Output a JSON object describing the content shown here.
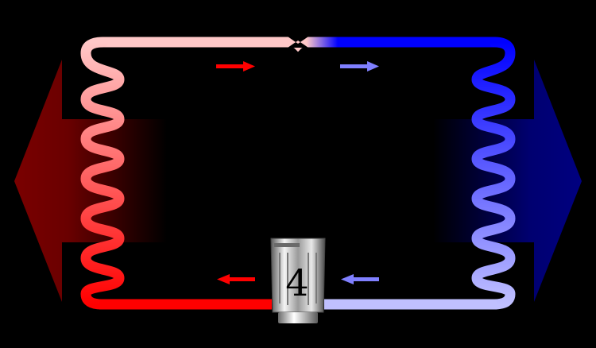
{
  "diagram": {
    "compressor_label": "4",
    "colors": {
      "background": "#000000",
      "hot_pale": "#ffc8c8",
      "hot": "#ff0000",
      "hot_arrow": "#7a0000",
      "cold_pale": "#c0c0ff",
      "cold": "#0000ff",
      "cold_arrow": "#000080",
      "flow_arrow_hot": "#ff0000",
      "flow_arrow_cold": "#8080ff"
    },
    "icons": {
      "heat_out": "left-arrow",
      "heat_in": "right-arrow",
      "flow": "small-arrow",
      "compressor": "cylinder"
    }
  }
}
